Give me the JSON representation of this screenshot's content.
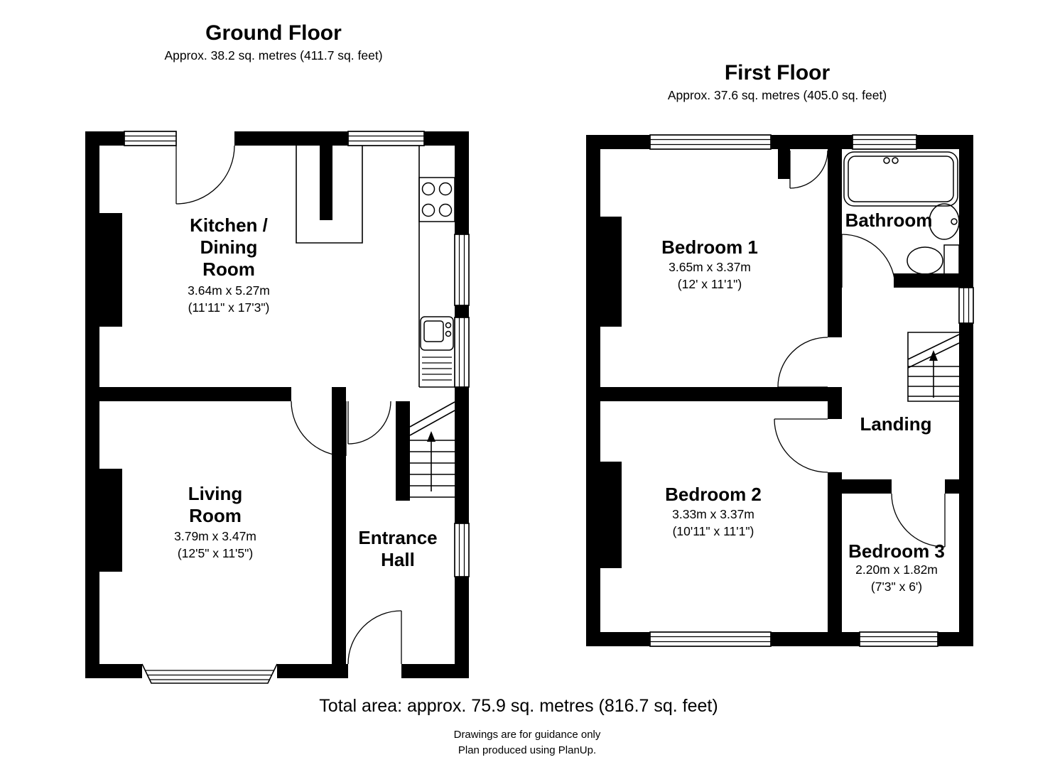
{
  "colors": {
    "wall": "#000000",
    "background": "#ffffff"
  },
  "ground_floor": {
    "title": "Ground Floor",
    "subtitle": "Approx. 38.2 sq. metres (411.7 sq. feet)",
    "kitchen_dining": {
      "line1": "Kitchen /",
      "line2": "Dining",
      "line3": "Room",
      "metric": "3.64m x 5.27m",
      "imperial": "(11'11\" x 17'3\")"
    },
    "living_room": {
      "line1": "Living",
      "line2": "Room",
      "metric": "3.79m x 3.47m",
      "imperial": "(12'5\" x 11'5\")"
    },
    "entrance_hall": {
      "line1": "Entrance",
      "line2": "Hall"
    }
  },
  "first_floor": {
    "title": "First Floor",
    "subtitle": "Approx. 37.6 sq. metres (405.0 sq. feet)",
    "bedroom1": {
      "name": "Bedroom 1",
      "metric": "3.65m x 3.37m",
      "imperial": "(12' x 11'1\")"
    },
    "bathroom": {
      "name": "Bathroom"
    },
    "landing": {
      "name": "Landing"
    },
    "bedroom2": {
      "name": "Bedroom 2",
      "metric": "3.33m x 3.37m",
      "imperial": "(10'11\" x 11'1\")"
    },
    "bedroom3": {
      "name": "Bedroom 3",
      "metric": "2.20m x 1.82m",
      "imperial": "(7'3\" x 6')"
    }
  },
  "footer": {
    "total_area": "Total area: approx. 75.9 sq. metres (816.7 sq. feet)",
    "disclaimer_line1": "Drawings are for guidance only",
    "disclaimer_line2": "Plan produced using PlanUp."
  }
}
